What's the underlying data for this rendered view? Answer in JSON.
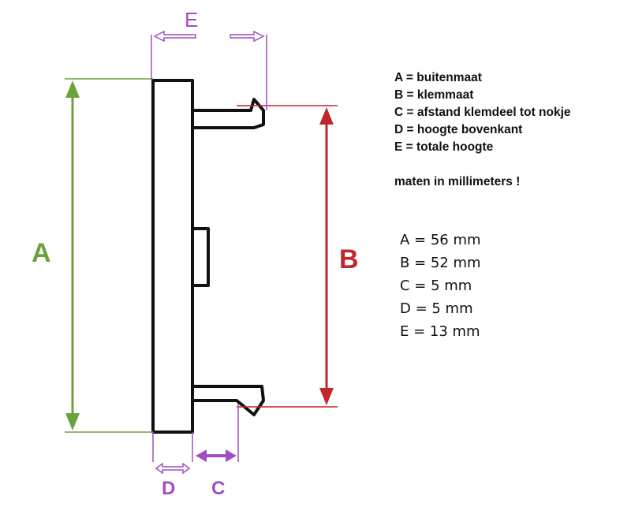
{
  "labels": {
    "A": "A",
    "B": "B",
    "C": "C",
    "D": "D",
    "E": "E"
  },
  "legend": [
    "A = buitenmaat",
    "B = klemmaat",
    "C = afstand klemdeel tot nokje",
    "D = hoogte bovenkant",
    "E = totale hoogte"
  ],
  "note": "maten in millimeters !",
  "values": [
    "A = 56 mm",
    "B = 52 mm",
    "C = 5 mm",
    "D = 5 mm",
    "E = 13 mm"
  ],
  "colors": {
    "A": "#6aa23c",
    "B": "#c0262c",
    "purple": "#a14fc0",
    "outline": "#111111"
  }
}
